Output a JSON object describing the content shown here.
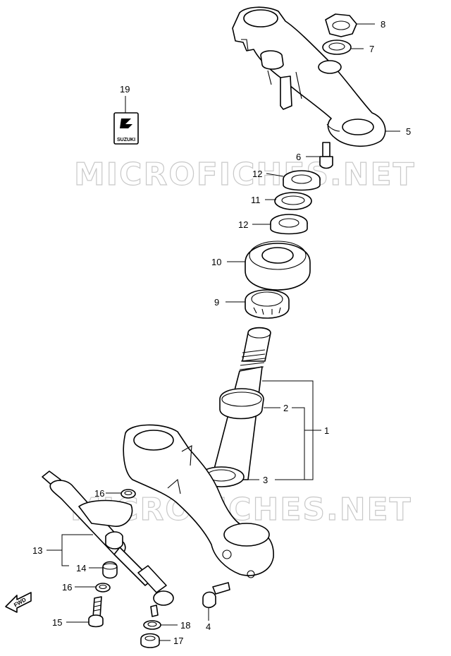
{
  "watermark": "MICROFICHES.NET",
  "logo": {
    "text": "SUZUKI"
  },
  "fwd_label": "FWD",
  "callouts": [
    {
      "id": "8",
      "label": "8"
    },
    {
      "id": "7",
      "label": "7"
    },
    {
      "id": "5",
      "label": "5"
    },
    {
      "id": "19",
      "label": "19"
    },
    {
      "id": "6",
      "label": "6"
    },
    {
      "id": "12a",
      "label": "12"
    },
    {
      "id": "11",
      "label": "11"
    },
    {
      "id": "12b",
      "label": "12"
    },
    {
      "id": "10",
      "label": "10"
    },
    {
      "id": "9",
      "label": "9"
    },
    {
      "id": "2",
      "label": "2"
    },
    {
      "id": "1",
      "label": "1"
    },
    {
      "id": "3",
      "label": "3"
    },
    {
      "id": "16a",
      "label": "16"
    },
    {
      "id": "13",
      "label": "13"
    },
    {
      "id": "14",
      "label": "14"
    },
    {
      "id": "16b",
      "label": "16"
    },
    {
      "id": "4",
      "label": "4"
    },
    {
      "id": "15",
      "label": "15"
    },
    {
      "id": "18",
      "label": "18"
    },
    {
      "id": "17",
      "label": "17"
    }
  ]
}
